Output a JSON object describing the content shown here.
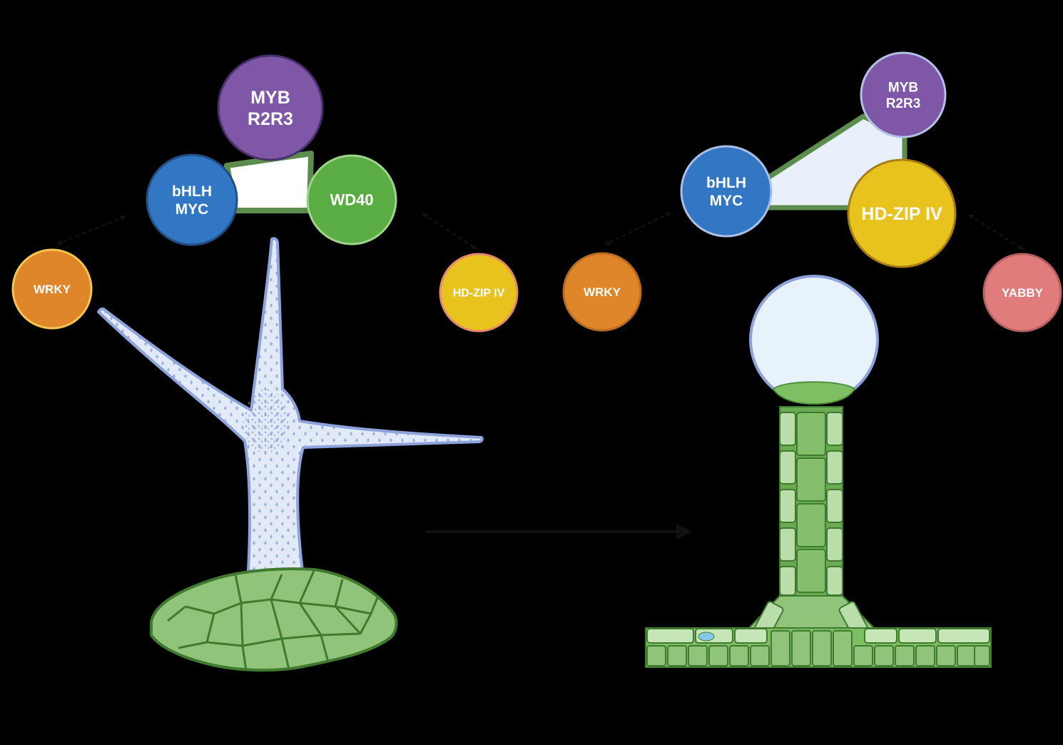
{
  "colors": {
    "background": "#000000",
    "myb": "#7e57a6",
    "bhlh": "#3277c4",
    "wd40": "#5aad43",
    "hdzip": "#e8c21d",
    "wrky": "#e0862a",
    "yabby": "#e07c7c",
    "complex_edge": "#5d8d4c",
    "trichome_fill": "#e2e9f7",
    "trichome_stroke": "#8ea3dc",
    "cell_green": "#8fc47a",
    "cell_stroke": "#3f7a2f"
  },
  "left_panel": {
    "complex": {
      "myb": "MYB\nR2R3",
      "bhlh": "bHLH\nMYC",
      "wd40": "WD40"
    },
    "partners": {
      "wrky": "WRKY",
      "hdzip": "HD-ZIP IV"
    }
  },
  "right_panel": {
    "complex": {
      "myb": "MYB\nR2R3",
      "bhlh": "bHLH\nMYC",
      "hdzip": "HD-ZIP IV"
    },
    "partners": {
      "wrky": "WRKY",
      "yabby": "YABBY"
    }
  }
}
